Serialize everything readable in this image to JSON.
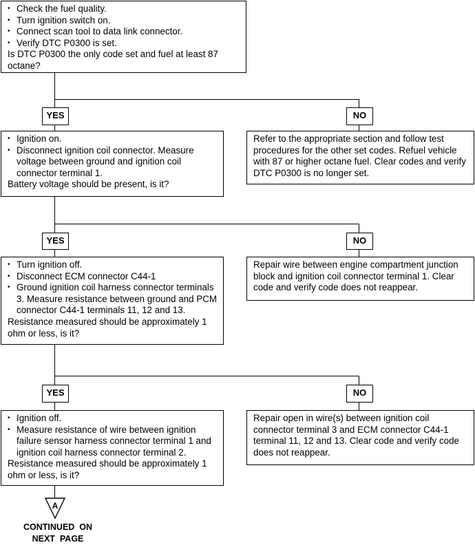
{
  "steps": [
    {
      "bullets": [
        "Check the fuel quality.",
        "Turn ignition switch on.",
        "Connect scan tool to data link connector.",
        "Verify DTC P0300 is set."
      ],
      "question": "Is DTC P0300 the only code set and fuel at least 87 octane?"
    },
    {
      "bullets": [
        "Ignition on.",
        "Disconnect ignition coil connector. Measure voltage between ground and ignition coil connector terminal 1."
      ],
      "question": "Battery voltage should be present, is it?",
      "no_text": "Refer to the appropriate section and follow test procedures for the other set codes. Refuel vehicle with 87 or higher octane fuel. Clear codes and verify DTC P0300 is no longer set."
    },
    {
      "bullets": [
        "Turn ignition off.",
        "Disconnect ECM connector C44-1",
        "Ground ignition coil harness connector terminals 3. Measure resistance between ground and PCM connector C44-1 terminals 11, 12 and 13."
      ],
      "question": "Resistance measured should be approximately 1 ohm or less, is it?",
      "no_text": "Repair wire between engine compartment junction block and ignition coil connector terminal 1. Clear code and verify code does not reappear."
    },
    {
      "bullets": [
        "Ignition off.",
        "Measure resistance of wire between ignition failure sensor harness connector terminal 1 and ignition coil harness connector terminal 2."
      ],
      "question": "Resistance measured should be approximately 1 ohm or less, is it?",
      "no_text": "Repair open in wire(s) between ignition coil connector terminal 3 and ECM connector C44-1 terminal 11, 12 and 13. Clear code and verify code does not reappear."
    }
  ],
  "labels": {
    "yes": "YES",
    "no": "NO",
    "connector": "A",
    "continued_line1": "CONTINUED  ON",
    "continued_line2": "NEXT  PAGE"
  },
  "colors": {
    "ink": "#000000",
    "background": "#ffffff"
  }
}
